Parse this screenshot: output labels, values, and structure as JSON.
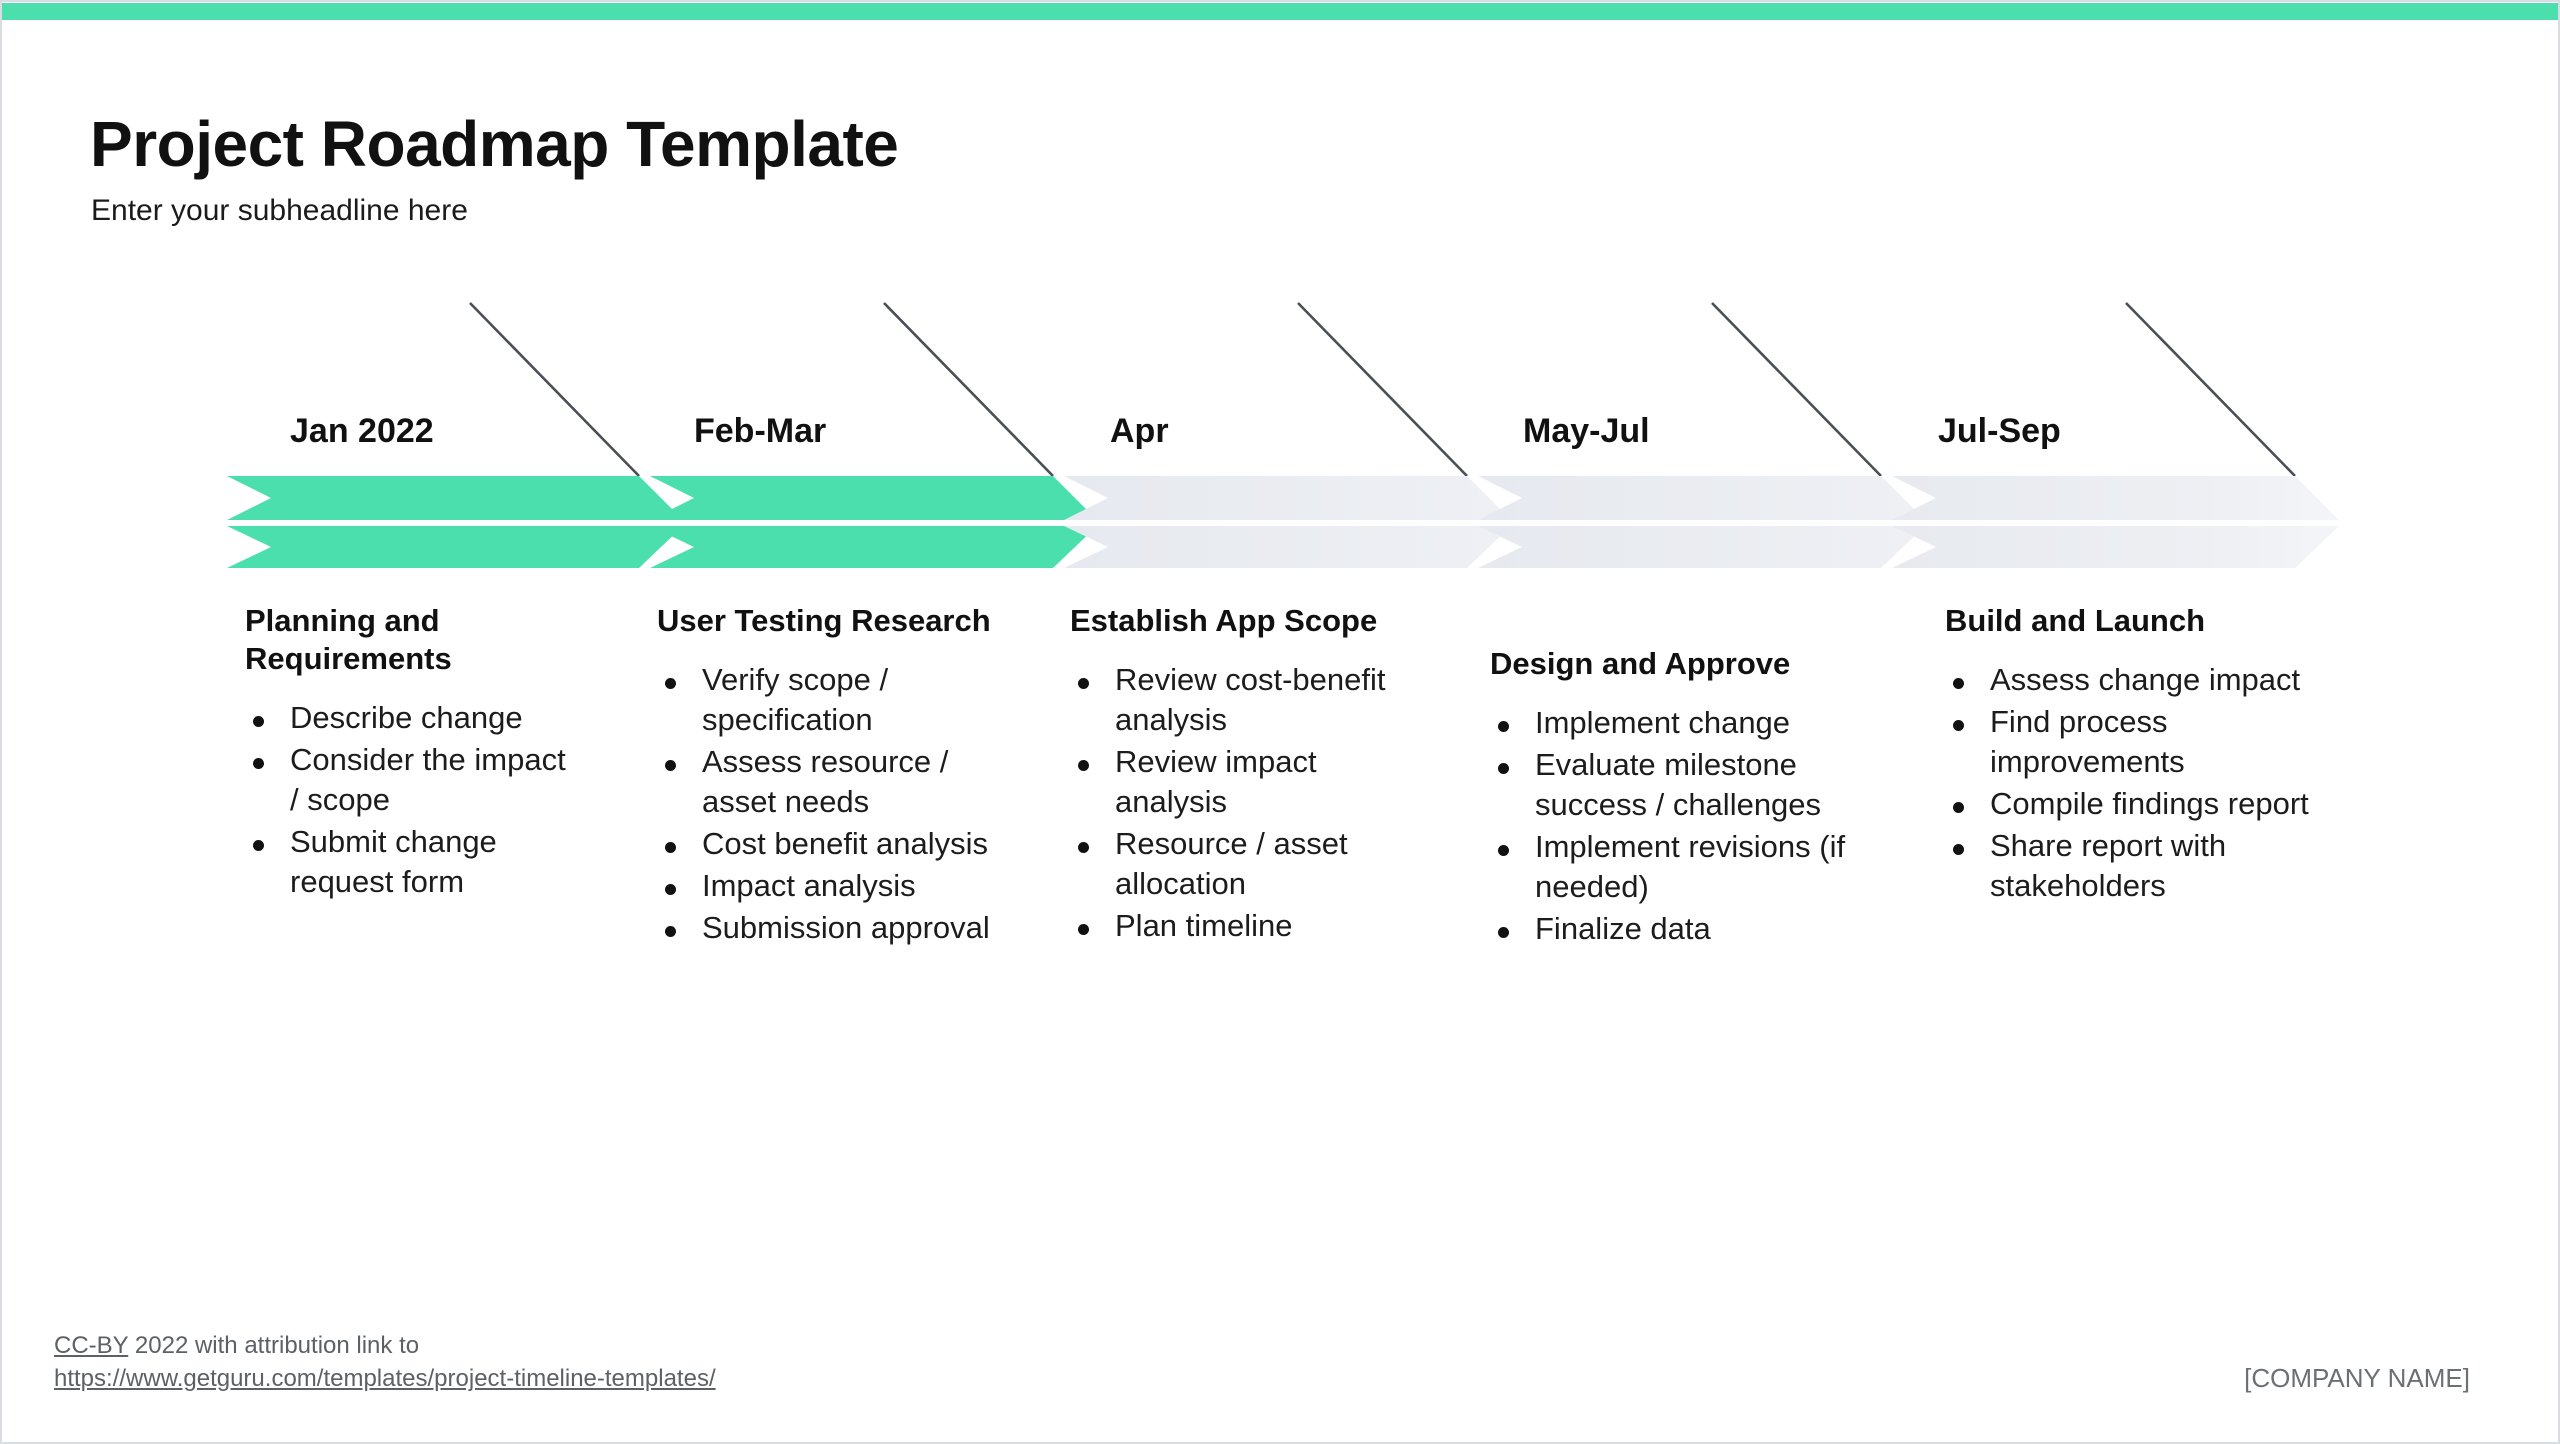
{
  "slide": {
    "title": "Project Roadmap Template",
    "subtitle": "Enter your subheadline here",
    "accent_color": "#4bdfad",
    "inactive_color": "#e8eaef"
  },
  "timeline": {
    "phases": [
      {
        "label": "Jan 2022",
        "state": "active"
      },
      {
        "label": "Feb-Mar",
        "state": "active"
      },
      {
        "label": "Apr",
        "state": "inactive"
      },
      {
        "label": "May-Jul",
        "state": "inactive"
      },
      {
        "label": "Jul-Sep",
        "state": "inactive"
      }
    ]
  },
  "columns": [
    {
      "title": "Planning and Requirements",
      "items": [
        "Describe change",
        "Consider the impact / scope",
        "Submit change request form"
      ]
    },
    {
      "title": "User Testing Research",
      "items": [
        "Verify scope / specification",
        "Assess resource / asset needs",
        "Cost benefit analysis",
        "Impact analysis",
        "Submission approval"
      ]
    },
    {
      "title": "Establish App Scope",
      "items": [
        "Review cost-benefit analysis",
        "Review impact analysis",
        "Resource / asset allocation",
        "Plan timeline"
      ]
    },
    {
      "title": "Design and Approve",
      "items": [
        "Implement change",
        "Evaluate milestone success / challenges",
        "Implement revisions (if needed)",
        "Finalize data"
      ]
    },
    {
      "title": "Build and Launch",
      "items": [
        "Assess change impact",
        "Find process improvements",
        "Compile findings report",
        "Share report with stakeholders"
      ]
    }
  ],
  "footer": {
    "license": "CC-BY",
    "attribution_text": " 2022 with attribution link to",
    "url": "https://www.getguru.com/templates/project-timeline-templates/",
    "company": "[COMPANY NAME]"
  }
}
